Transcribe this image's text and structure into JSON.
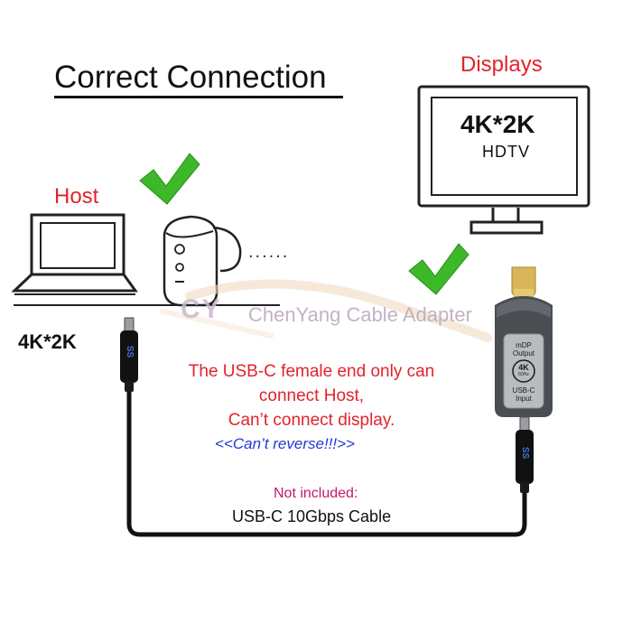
{
  "title": "Correct Connection",
  "labels": {
    "displays": "Displays",
    "host": "Host",
    "host_resolution": "4K*2K",
    "dots": "......"
  },
  "tv": {
    "resolution": "4K*2K",
    "name": "HDTV"
  },
  "watermark": {
    "logo": "CY",
    "text": "ChenYang Cable Adapter"
  },
  "adapter": {
    "output_label_1": "mDP",
    "output_label_2": "Output",
    "badge_top": "4K",
    "badge_bottom": "60Hz",
    "input_label_1": "USB-C",
    "input_label_2": "Input"
  },
  "cable_plug_logo": "SS",
  "notes": {
    "line1": "The USB-C female end only can",
    "line2": "connect Host,",
    "line3": "Can’t connect display.",
    "reverse": "<<Can’t reverse!!!>>",
    "not_included": "Not included:",
    "cable": "USB-C 10Gbps Cable"
  },
  "colors": {
    "red": "#e3222b",
    "blue": "#1f38d6",
    "magenta": "#c2186b",
    "check_green": "#3cb829",
    "adapter_body": "#4a4d52",
    "adapter_plate": "#b9bcbf",
    "gold": "#d9b65a"
  }
}
